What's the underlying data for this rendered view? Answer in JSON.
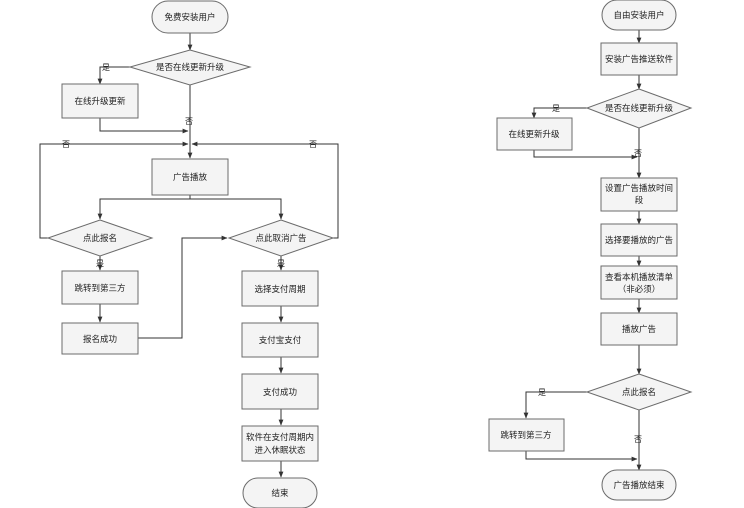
{
  "left": {
    "start": "免费安装用户",
    "check_update": "是否在线更新升级",
    "online_upgrade": "在线升级更新",
    "ad_play": "广告播放",
    "click_signup": "点此报名",
    "click_cancel": "点此取消广告",
    "jump_third": "跳转到第三方",
    "signup_ok": "报名成功",
    "choose_period": "选择支付周期",
    "alipay": "支付宝支付",
    "pay_ok": "支付成功",
    "sleep_1": "软件在支付周期内",
    "sleep_2": "进入休眠状态",
    "end": "结束"
  },
  "right": {
    "start": "自由安装用户",
    "install_push": "安装广告推送软件",
    "check_update": "是否在线更新升级",
    "online_upgrade": "在线更新升级",
    "set_time_1": "设置广告播放时间",
    "set_time_2": "段",
    "choose_ad": "选择要播放的广告",
    "view_list_1": "查看本机播放清单",
    "view_list_2": "（非必须）",
    "play_ad": "播放广告",
    "click_signup": "点此报名",
    "jump_third": "跳转到第三方",
    "end": "广告播放结束"
  },
  "edge_labels": {
    "yes": "是",
    "no": "否"
  }
}
